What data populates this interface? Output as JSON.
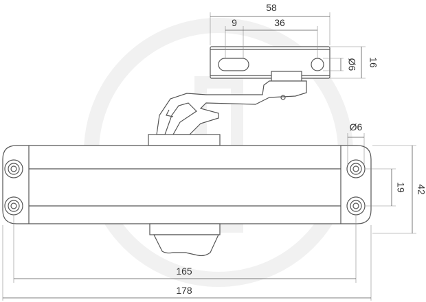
{
  "dimensions": {
    "bracket_width": "58",
    "bracket_offset": "9",
    "bracket_hole_spacing": "36",
    "bracket_hole_diameter": "Ø6",
    "bracket_height": "16",
    "body_hole_diameter": "Ø6",
    "body_hole_spacing": "19",
    "body_height": "42",
    "body_hole_centers": "165",
    "body_length": "178"
  },
  "colors": {
    "line": "#555555",
    "text": "#333333",
    "watermark": "#f1f1f1"
  }
}
